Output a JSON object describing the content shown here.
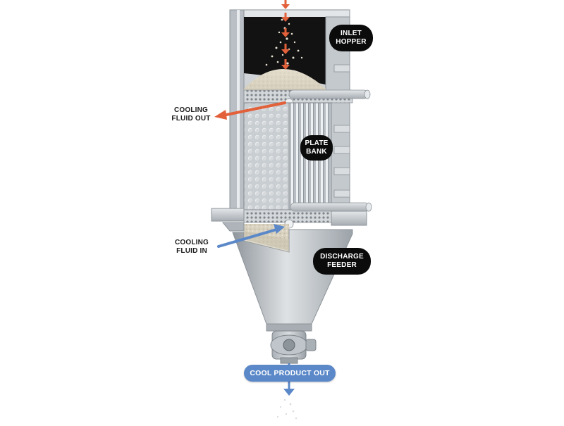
{
  "labels": {
    "inlet_hopper": [
      "INLET",
      "HOPPER"
    ],
    "plate_bank": [
      "PLATE",
      "BANK"
    ],
    "discharge_feeder": [
      "DISCHARGE",
      "FEEDER"
    ],
    "cooling_fluid_out": [
      "COOLING",
      "FLUID OUT"
    ],
    "cooling_fluid_in": [
      "COOLING",
      "FLUID IN"
    ],
    "cool_product_out": "COOL PRODUCT OUT"
  },
  "colors": {
    "hot_arrow": "#e2603a",
    "cold_arrow": "#5b88c8",
    "pill_dark": "#0b0b0b",
    "pill_blue": "#5b88c8",
    "steel": "#c5cace",
    "product": "#d8d1bf"
  }
}
